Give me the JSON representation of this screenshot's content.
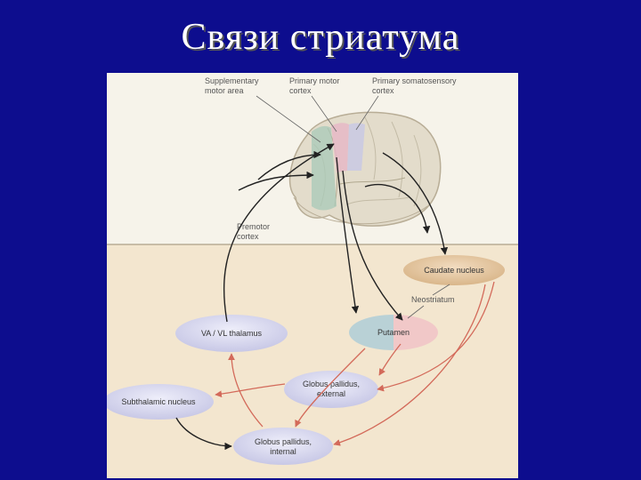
{
  "slide": {
    "title": "Связи стриатума"
  },
  "labels": {
    "sma_1": "Supplementary",
    "sma_2": "motor area",
    "pmc_1": "Primary motor",
    "pmc_2": "cortex",
    "pss_1": "Primary somatosensory",
    "pss_2": "cortex",
    "premotor_1": "Premotor",
    "premotor_2": "cortex",
    "caudate": "Caudate nucleus",
    "neostriatum": "Neostriatum",
    "putamen": "Putamen",
    "thalamus": "VA / VL thalamus",
    "gpe_1": "Globus pallidus,",
    "gpe_2": "external",
    "stn": "Subthalamic nucleus",
    "gpi_1": "Globus pallidus,",
    "gpi_2": "internal"
  },
  "colors": {
    "background": "#0d0d8e",
    "title": "#ffffff",
    "excitatory_arrow": "#222222",
    "inhibitory_arrow": "#d36a5a",
    "caudate": "#e8c9a0",
    "thalamus": "#d7d7ee",
    "putamen_left": "#b9d1d6",
    "putamen_right": "#f1c8c8"
  }
}
